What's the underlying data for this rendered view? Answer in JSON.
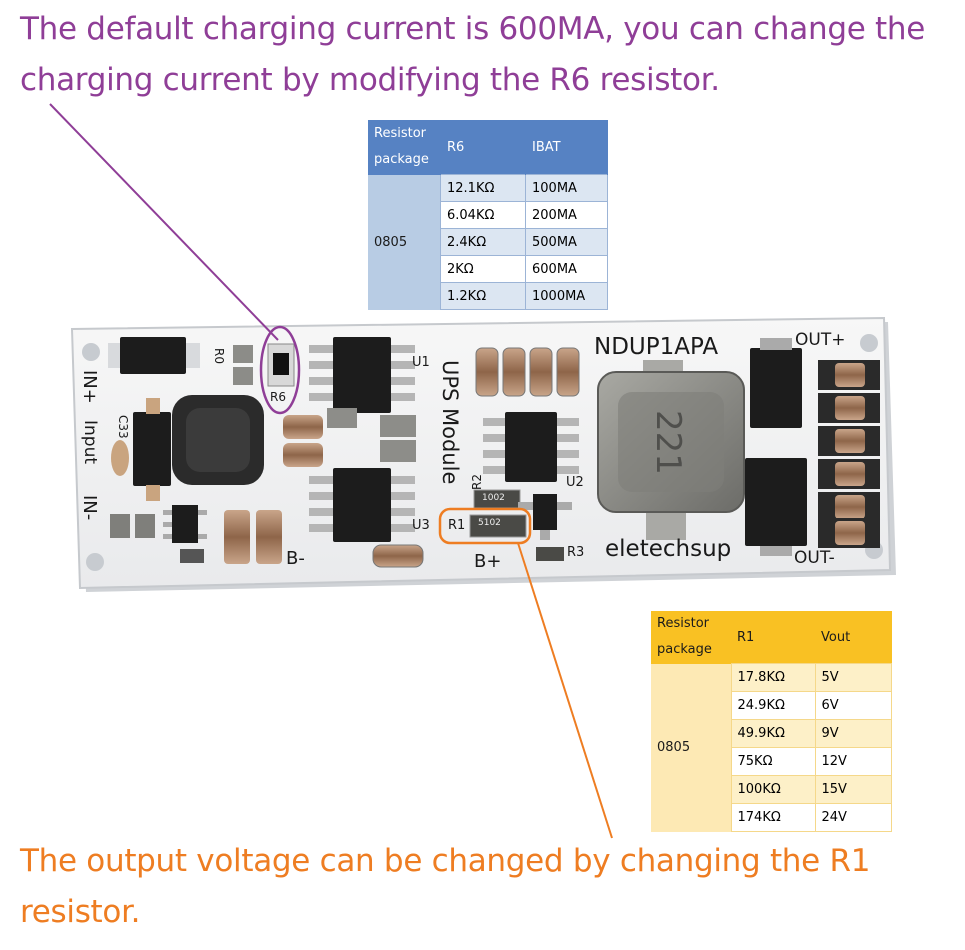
{
  "captions": {
    "top": "The default charging current is 600MA, you can change the charging current by modifying the R6 resistor.",
    "bottom": "The output voltage can be changed by changing the R1 resistor."
  },
  "table_r6": {
    "headers": [
      "Resistor package",
      "R6",
      "IBAT"
    ],
    "package": "0805",
    "rows": [
      [
        "12.1KΩ",
        "100MA"
      ],
      [
        "6.04KΩ",
        "200MA"
      ],
      [
        "2.4KΩ",
        "500MA"
      ],
      [
        "2KΩ",
        "600MA"
      ],
      [
        "1.2KΩ",
        "1000MA"
      ]
    ]
  },
  "table_r1": {
    "headers": [
      "Resistor package",
      "R1",
      "Vout"
    ],
    "package": "0805",
    "rows": [
      [
        "17.8KΩ",
        "5V"
      ],
      [
        "24.9KΩ",
        "6V"
      ],
      [
        "49.9KΩ",
        "9V"
      ],
      [
        "75KΩ",
        "12V"
      ],
      [
        "100KΩ",
        "15V"
      ],
      [
        "174KΩ",
        "24V"
      ]
    ]
  },
  "board": {
    "model": "NDUP1APA",
    "module_name": "UPS Module",
    "brand": "eletechsup",
    "labels": {
      "in_plus": "IN+",
      "input": "Input",
      "in_minus": "IN-",
      "c33": "C33",
      "r0": "R0",
      "r6": "R6",
      "u1": "U1",
      "u2": "U2",
      "u3": "U3",
      "r2": "R2",
      "r1": "R1",
      "r3": "R3",
      "b_minus": "B-",
      "b_plus": "B+",
      "out_plus": "OUT+",
      "out_minus": "OUT-",
      "r1_code": "5102",
      "r2_code": "1002",
      "inductor_code": "221"
    }
  },
  "colors": {
    "top_caption": "#8f3e97",
    "bottom_caption": "#ee7d22",
    "r6_table_header": "#5682c3",
    "r1_table_header": "#f9c123"
  }
}
